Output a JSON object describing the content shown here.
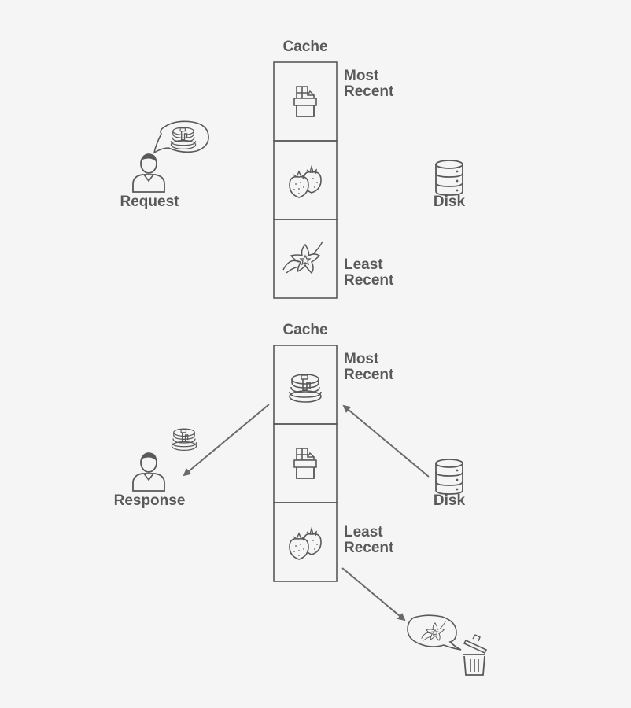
{
  "scenario_top": {
    "cache_title": "Cache",
    "most_recent": [
      "Most",
      "Recent"
    ],
    "least_recent": [
      "Least",
      "Recent"
    ],
    "request_label": "Request",
    "disk_label": "Disk",
    "slots": [
      "chocolate-icon",
      "strawberry-icon",
      "vanilla-flower-icon"
    ],
    "requested_item": "pancake-icon"
  },
  "scenario_bottom": {
    "cache_title": "Cache",
    "most_recent": [
      "Most",
      "Recent"
    ],
    "least_recent": [
      "Least",
      "Recent"
    ],
    "response_label": "Response",
    "disk_label": "Disk",
    "slots": [
      "pancake-icon",
      "chocolate-icon",
      "strawberry-icon"
    ],
    "evicted_item": "vanilla-flower-icon"
  },
  "colors": {
    "stroke": "#595959",
    "background": "#f5f5f5"
  }
}
